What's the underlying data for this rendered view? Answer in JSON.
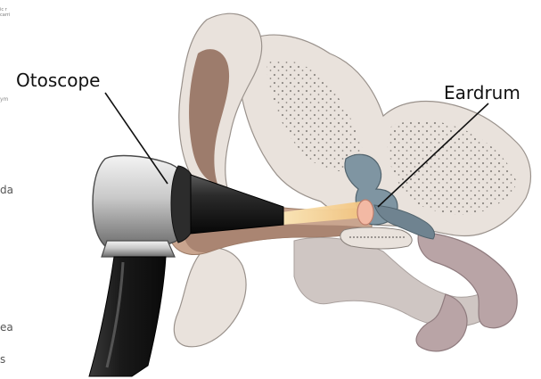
{
  "labels": {
    "otoscope": "Otoscope",
    "eardrum": "Eardrum"
  },
  "background_text_fragments": [
    "ic r\ncarri",
    "ym",
    "da",
    "ea",
    "s"
  ],
  "colors": {
    "bone": "#e9e2dc",
    "bone_dots": "#6f6a66",
    "skin": "#c9a58f",
    "canal_shadow": "#8f6a58",
    "soft_tissue": "#cfc6c3",
    "tube": "#b9a4a6",
    "ossicle": "#7f95a2",
    "light_beam": "#f6d9a0",
    "eardrum": "#f3b9a4",
    "otoscope_metal": "#c7c7c7",
    "otoscope_dark": "#1a1a1a"
  }
}
